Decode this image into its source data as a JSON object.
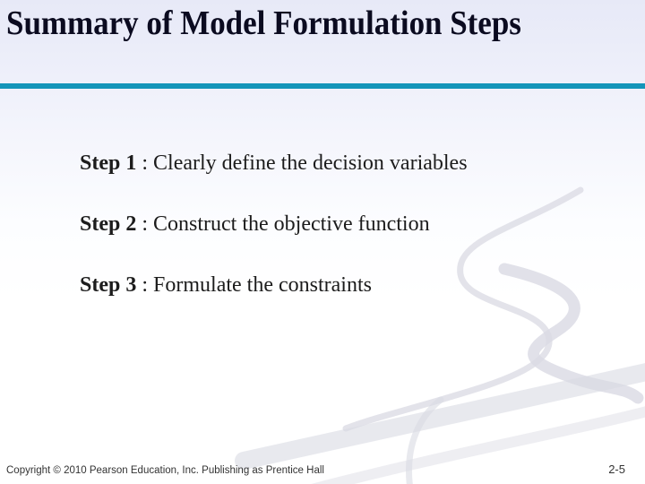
{
  "slide": {
    "title": "Summary of Model Formulation Steps",
    "steps": [
      {
        "label": "Step 1",
        "text": ": Clearly define the decision variables"
      },
      {
        "label": "Step 2",
        "text": ": Construct the objective function"
      },
      {
        "label": "Step 3",
        "text": ": Formulate the constraints"
      }
    ],
    "footer": {
      "copyright": "Copyright © 2010 Pearson Education, Inc. Publishing as Prentice Hall",
      "page_number": "2-5"
    },
    "colors": {
      "accent": "#1495b9",
      "title": "#0b0b20",
      "body": "#1c1c1c",
      "muted": "#333333",
      "swirl": "#d9dae3"
    }
  }
}
